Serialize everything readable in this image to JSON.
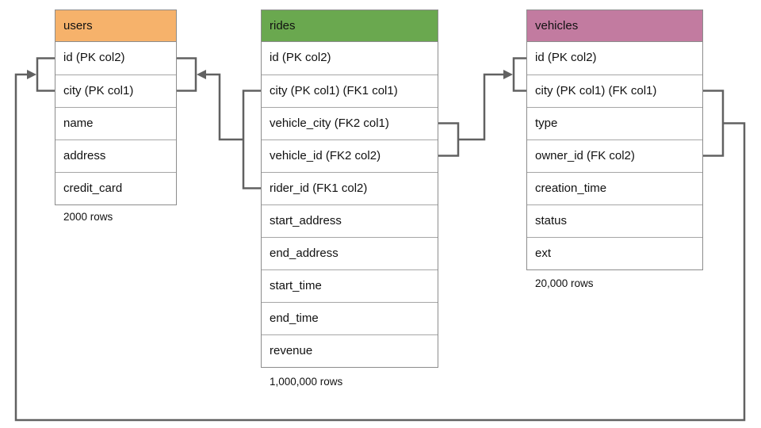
{
  "diagram": {
    "tables": [
      {
        "name": "users",
        "header_color": "#F6B26B",
        "rows": [
          "id (PK col2)",
          "city (PK col1)",
          "name",
          "address",
          "credit_card"
        ],
        "row_count": "2000 rows"
      },
      {
        "name": "rides",
        "header_color": "#6AA84F",
        "rows": [
          "id (PK col2)",
          "city (PK col1) (FK1 col1)",
          "vehicle_city (FK2 col1)",
          "vehicle_id (FK2 col2)",
          "rider_id (FK1 col2)",
          "start_address",
          "end_address",
          "start_time",
          "end_time",
          "revenue"
        ],
        "row_count": "1,000,000 rows"
      },
      {
        "name": "vehicles",
        "header_color": "#C27BA0",
        "rows": [
          "id (PK col2)",
          "city (PK col1) (FK col1)",
          "type",
          "owner_id (FK col2)",
          "creation_time",
          "status",
          "ext"
        ],
        "row_count": "20,000 rows"
      }
    ],
    "relationships": [
      {
        "from": "rides",
        "from_columns": [
          "city (PK col1) (FK1 col1)",
          "rider_id (FK1 col2)"
        ],
        "to": "users",
        "to_columns": [
          "id (PK col2)",
          "city (PK col1)"
        ]
      },
      {
        "from": "rides",
        "from_columns": [
          "vehicle_city (FK2 col1)",
          "vehicle_id (FK2 col2)"
        ],
        "to": "vehicles",
        "to_columns": [
          "id (PK col2)",
          "city (PK col1)"
        ]
      },
      {
        "from": "vehicles",
        "from_columns": [
          "city (PK col1) (FK col1)",
          "owner_id (FK col2)"
        ],
        "to": "users",
        "to_columns": [
          "id (PK col2)",
          "city (PK col1)"
        ]
      }
    ],
    "colors": {
      "connector": "#616161",
      "users_header": "#F6B26B",
      "rides_header": "#6AA84F",
      "vehicles_header": "#C27BA0"
    }
  }
}
